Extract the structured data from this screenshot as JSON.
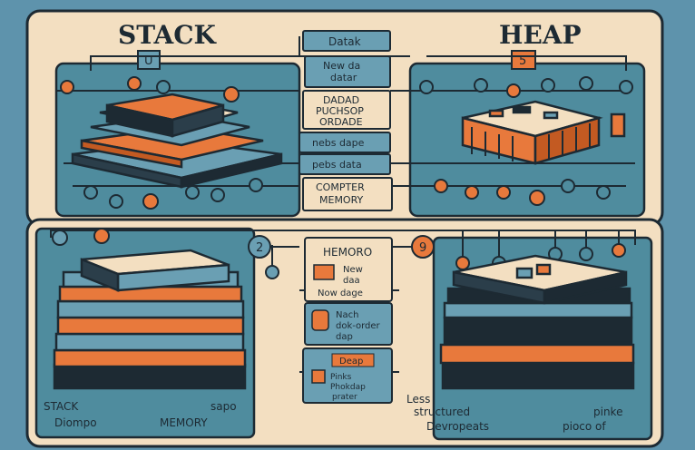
{
  "titles": {
    "stack": "STACK",
    "heap": "HEAP"
  },
  "top_markers": {
    "stack": "U",
    "heap": "5"
  },
  "center_labels_top": [
    {
      "id": "datak",
      "text": "Datak"
    },
    {
      "id": "new-da-datar",
      "line1": "New da",
      "line2": "datar"
    },
    {
      "id": "dadad",
      "line1": "DADAD",
      "line2": "PUCHSOP",
      "line3": "ORDADE"
    },
    {
      "id": "nebs-dape",
      "text": "nebs dape"
    },
    {
      "id": "pebs-data",
      "text": "pebs data"
    },
    {
      "id": "compter-memory",
      "line1": "COMPTER",
      "line2": "MEMORY"
    }
  ],
  "center_labels_bottom": {
    "hemoro": "HEMORO",
    "new_daa": "New",
    "new_daa2": "daa",
    "now_dage": "Now dage",
    "nach": "Nach",
    "dok_ordar": "dok-",
    "dok_ordar2": "order",
    "dap": "dap",
    "deap": "Deap",
    "pinks": "Pinks",
    "phokdap": "Phokdap",
    "prater": "prater"
  },
  "badges": {
    "left": "2",
    "right": "9"
  },
  "bottom_captions": {
    "stack": "STACK",
    "diompo": "Diompo",
    "sapo": "sapo",
    "memory": "MEMORY",
    "less": "Less",
    "structured": "structured",
    "devropeats": "Devropeats",
    "pinke": "pinke",
    "pioco_of": "pioco of"
  },
  "colors": {
    "background": "#5e93ac",
    "panel": "#f3dfc1",
    "teal": "#4f8c9e",
    "orange": "#e8793c",
    "dark": "#1d2a33",
    "label_box": "#6a9fb3"
  }
}
